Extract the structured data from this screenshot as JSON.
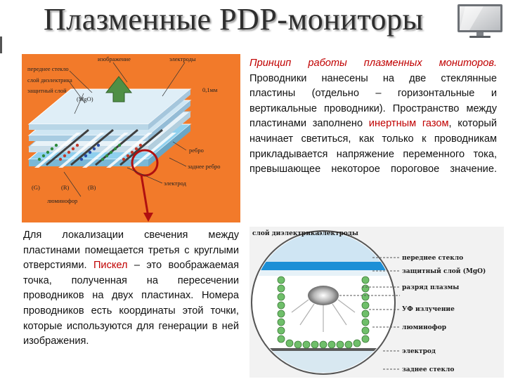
{
  "title": "Плазменные PDP-мониторы",
  "principle": {
    "heading": "Принцип работы плазменных мониторов.",
    "text1": " Проводники нанесены на две стеклянные пластины (отдельно – горизонтальные и вертикальные проводники). Пространство между пластинами заполнено ",
    "hl1": "инертным газом",
    "text2": ", который начинает светиться, как только к проводникам прикладывается напряжение переменного тока, превышающее некоторое пороговое значение."
  },
  "localization": {
    "text1": "Для локализации свечения между пластинами помещается третья с круглыми отверстиями. ",
    "hl1": "Пискел",
    "text2": " – это воображаемая точка, полученная на пересечении проводников на двух пластинах. Номера проводников есть координаты этой точки, которые используются для генерации в ней изображения."
  },
  "diagram1_labels": {
    "image": "изображение",
    "electrodes": "электроды",
    "front_glass": "переднее стекло",
    "dielectric": "слой диэлектрика",
    "protective": "защитный слой",
    "mgo": "(MgO)",
    "thickness": "0,1мм",
    "rib": "ребро",
    "back_rib": "заднее ребро",
    "electrode": "электрод",
    "g": "(G)",
    "r": "(R)",
    "b": "(B)",
    "phosphor": "люминофор"
  },
  "diagram2_labels": {
    "dielectric": "слой диэлектрика",
    "electrodes": "электроды",
    "front_glass": "переднее стекло",
    "protective": "защитный слой (MgO)",
    "plasma": "разряд плазмы",
    "uv": "УФ излучение",
    "phosphor": "люминофор",
    "electrode": "электрод",
    "back_glass": "заднее стекло"
  },
  "colors": {
    "accent_red": "#c00000",
    "diagram_orange": "#f27a2a"
  }
}
